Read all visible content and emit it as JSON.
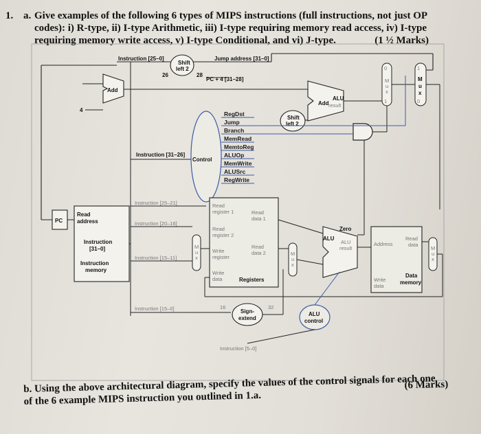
{
  "question": {
    "number": "1.",
    "part_a_label": "a.",
    "line1": "Give examples of the following 6 types of MIPS instructions (full instructions, not just OP",
    "line2": "codes): i) R-type, ii) I-type Arithmetic, iii) I-type requiring memory read access, iv) I-type",
    "line3": "requiring memory write access, v) I-type Conditional, and vi) J-type.",
    "marks_a": "(1 ½  Marks)"
  },
  "part_b": {
    "label": "b.",
    "line1": "Using the above architectural diagram, specify the values of the control signals for each one",
    "line2": "of the 6 example MIPS instruction you outlined in 1.a.",
    "marks_b": "(6 Marks)"
  },
  "diagram": {
    "instruction_25_0": "Instruction [25–0]",
    "shift_left2_top": "Shift",
    "shift_left2_top_b": "left 2",
    "num_26": "26",
    "num_28": "28",
    "jump_address": "Jump address [31–0]",
    "pc_plus4": "PC + 4 [31–28]",
    "add_left": "Add",
    "four": "4",
    "add_alu": "Add",
    "alu_result_top": "ALU",
    "alu_result_top_b": "result",
    "shift_left2_mid": "Shift",
    "shift_left2_mid_b": "left 2",
    "control_signals": [
      "RegDst",
      "Jump",
      "Branch",
      "MemRead",
      "MemtoReg",
      "ALUOp",
      "MemWrite",
      "ALUSrc",
      "RegWrite"
    ],
    "instruction_31_26": "Instruction [31–26]",
    "control": "Control",
    "pc": "PC",
    "read_address": "Read",
    "read_address_b": "address",
    "instruction_31_0": "Instruction",
    "instruction_31_0_b": "[31–0]",
    "instruction_memory": "Instruction",
    "instruction_memory_b": "memory",
    "instr_25_21": "Instruction [25–21]",
    "instr_20_16": "Instruction [20–16]",
    "instr_15_11": "Instruction [15–11]",
    "instr_15_0": "Instruction [15–0]",
    "instr_5_0": "Instruction [5–0]",
    "read_register1": "Read",
    "read_register1_b": "register 1",
    "read_register2": "Read",
    "read_register2_b": "register 2",
    "read_data1": "Read",
    "read_data1_b": "data 1",
    "read_data2": "Read",
    "read_data2_b": "data 2",
    "write_register": "Write",
    "write_register_b": "register",
    "write_data": "Write",
    "write_data_b": "data",
    "registers": "Registers",
    "sign_extend": "Sign-",
    "sign_extend_b": "extend",
    "num_16": "16",
    "num_32": "32",
    "alu_control": "ALU",
    "alu_control_b": "control",
    "zero": "Zero",
    "alu_main": "ALU",
    "alu_main_res": "ALU",
    "alu_main_res_b": "result",
    "address": "Address",
    "read_data_mem": "Read",
    "read_data_mem_b": "data",
    "write_data_mem": "Write",
    "write_data_mem_b": "data",
    "data_memory": "Data",
    "data_memory_b": "memory",
    "mux_label": "M u x",
    "zero_in": "0",
    "one_in": "1"
  }
}
